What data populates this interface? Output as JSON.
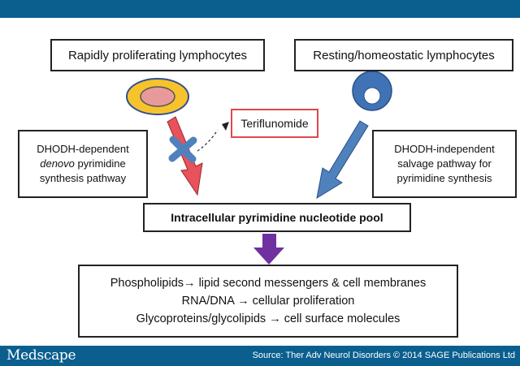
{
  "header": {
    "bar_color": "#0a5f8f"
  },
  "boxes": {
    "rapid": "Rapidly proliferating lymphocytes",
    "resting": "Resting/homeostatic lymphocytes",
    "drug": "Teriflunomide",
    "denovo": {
      "line1": "DHODH-dependent",
      "line2_italic": "denovo",
      "line2_rest": " pyrimidine",
      "line3": "synthesis pathway"
    },
    "salvage": {
      "line1": "DHODH-independent",
      "line2": "salvage pathway for",
      "line3": "pyrimidine synthesis"
    },
    "pool": "Intracellular pyrimidine nucleotide pool",
    "outcomes": [
      "Phospholipids→ lipid second messengers & cell membranes",
      "RNA/DNA → cellular proliferation",
      "Glycoproteins/glycolipids → cell surface molecules"
    ]
  },
  "colors": {
    "drug_border": "#e0474c",
    "red_arrow": "#e8525a",
    "blue_arrow": "#4f81bd",
    "cross": "#4f81bd",
    "purple_arrow": "#7030a0",
    "cell_outer": "#f6c32c",
    "cell_inner": "#e89a9a",
    "resting_cell": "#3f73b5"
  },
  "footer": {
    "logo": "Medscape",
    "source": "Source: Ther Adv Neurol Disorders © 2014 SAGE Publications Ltd"
  }
}
